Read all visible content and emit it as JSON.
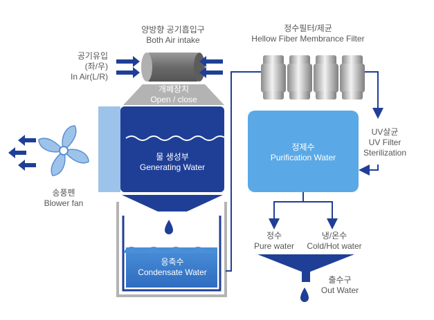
{
  "labels": {
    "air_intake_ko": "양방향 공기흡입구",
    "air_intake_en": "Both Air intake",
    "filter_ko": "정수필터/제균",
    "filter_en": "Hellow Fiber Membrance Filter",
    "in_air_ko": "공기유입",
    "in_air_side_ko": "(좌/우)",
    "in_air_en": "In Air(L/R)",
    "open_close_ko": "개폐장치",
    "open_close_en": "Open / close",
    "generating_ko": "물 생성부",
    "generating_en": "Generating Water",
    "fan_ko": "송풍펜",
    "fan_en": "Blower fan",
    "purification_ko": "정제수",
    "purification_en": "Purification Water",
    "uv_ko": "UV살균",
    "uv_en1": "UV Filter",
    "uv_en2": "Sterilization",
    "condensate_ko": "응축수",
    "condensate_en": "Condensate Water",
    "pure_ko": "정수",
    "pure_en": "Pure water",
    "coldhot_ko": "냉/온수",
    "coldhot_en": "Cold/Hot water",
    "out_ko": "출수구",
    "out_en": "Out Water"
  },
  "colors": {
    "navy": "#1f3f96",
    "mid_blue": "#3a74c4",
    "light_blue": "#5aa9e6",
    "pale_blue": "#9ec3ea",
    "gray": "#b8b8b8",
    "dark_gray": "#6e6e6e"
  }
}
